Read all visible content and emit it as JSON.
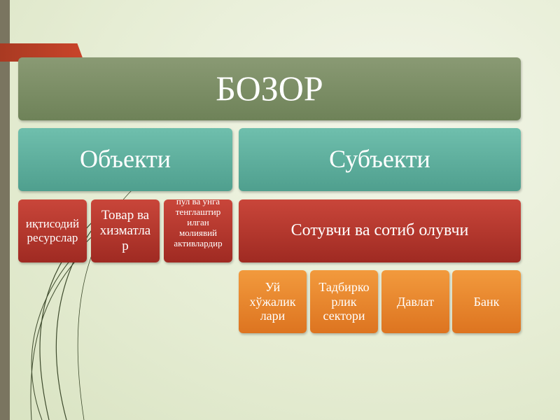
{
  "title": "БОЗОР",
  "objects": {
    "heading": "Объекти",
    "items": [
      "иқтисодий\nресурслар",
      "Товар ва\nхизматла\nр",
      "пул ва унга\nтенглаштир\nилган\nмолиявий\nактивлардир"
    ]
  },
  "subjects": {
    "heading": "Субъекти",
    "group": "Сотувчи ва сотиб олувчи",
    "items": [
      "Уй\nхўжалик\nлари",
      "Тадбирко\nрлик\nсектори",
      "Давлат",
      "Банк"
    ]
  },
  "colors": {
    "title_box": "#7a8d65",
    "teal_box": "#5fae9c",
    "red_box": "#b3372c",
    "orange_box": "#e8852b",
    "background": "#e6edd4"
  }
}
